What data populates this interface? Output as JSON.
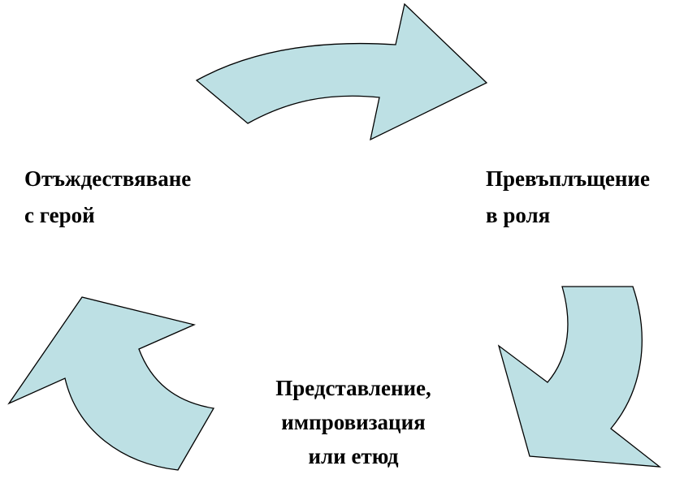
{
  "cycle_diagram": {
    "arrow_fill": "#bde0e4",
    "arrow_stroke": "#000000",
    "nodes": {
      "left": {
        "line1": "Отъждествяване",
        "line2": "с герой"
      },
      "right": {
        "line1": "Превъплъщение",
        "line2": "в роля"
      },
      "bottom": {
        "line1": "Представление,",
        "line2": "импровизация",
        "line3": "или етюд"
      }
    }
  }
}
